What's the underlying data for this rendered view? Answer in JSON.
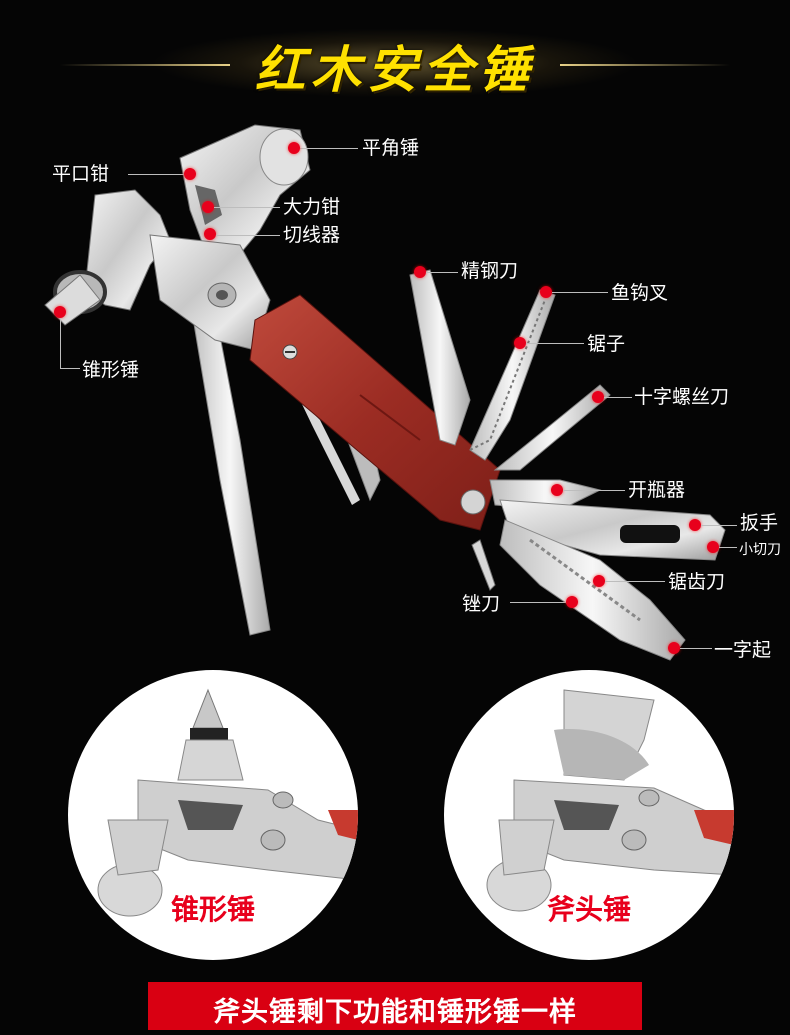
{
  "title": "红木安全锤",
  "labels": {
    "flat_hammer": "平角锤",
    "flat_pliers": "平口钳",
    "power_pliers": "大力钳",
    "wire_cutter": "切线器",
    "cone_hammer": "锥形锤",
    "steel_knife": "精钢刀",
    "fish_hook": "鱼钩叉",
    "saw": "锯子",
    "phillips": "十字螺丝刀",
    "bottle_opener": "开瓶器",
    "wrench": "扳手",
    "small_knife": "小切刀",
    "serrated_knife": "锯齿刀",
    "file": "锉刀",
    "flathead": "一字起"
  },
  "circles": {
    "left_caption": "锥形锤",
    "right_caption": "斧头锤"
  },
  "banner": "斧头锤剩下功能和锤形锤一样",
  "colors": {
    "background": "#050505",
    "title": "#ffe100",
    "dot": "#e8001c",
    "banner": "#d90012",
    "wood": "#a8322a"
  }
}
